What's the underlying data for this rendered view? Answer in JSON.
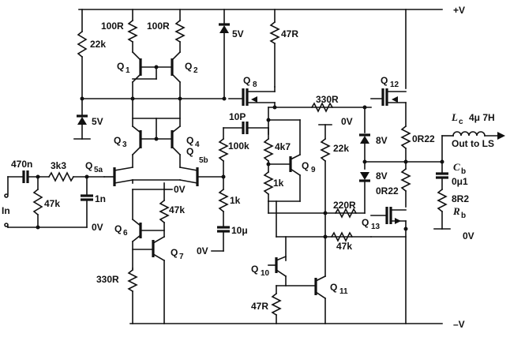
{
  "rails": {
    "positive": "+V",
    "negative": "–V"
  },
  "ground": {
    "g1": "0V",
    "g2": "0V",
    "g3": "0V",
    "g4": "0V",
    "g5": "0V"
  },
  "input": {
    "label": "In",
    "cap": "470n",
    "res_series": "3k3",
    "res_shunt": "47k",
    "cap_shunt": "1n"
  },
  "transistors": {
    "q1": "Q",
    "q1_sub": "1",
    "q2": "Q",
    "q2_sub": "2",
    "q3": "Q",
    "q3_sub": "3",
    "q4": "Q",
    "q4_sub": "4",
    "q5a": "Q",
    "q5a_sub": "5a",
    "q5b": "Q",
    "q5b_sub": "5b",
    "q6": "Q",
    "q6_sub": "6",
    "q7": "Q",
    "q7_sub": "7",
    "q8": "Q",
    "q8_sub": "8",
    "q9": "Q",
    "q9_sub": "9",
    "q10": "Q",
    "q10_sub": "10",
    "q11": "Q",
    "q11_sub": "11",
    "q12": "Q",
    "q12_sub": "12",
    "q13": "Q",
    "q13_sub": "13"
  },
  "components": {
    "r100r_a": "100R",
    "r100r_b": "100R",
    "r22k_top": "22k",
    "z5v_top": "5V",
    "r47r_top": "47R",
    "z5v_left": "5V",
    "c10p": "10P",
    "r330r_top": "330R",
    "r100k": "100k",
    "r4k7": "4k7",
    "r1k_q9": "1k",
    "r22k_mid": "22k",
    "z8v_a": "8V",
    "z8v_b": "8V",
    "r0r22_a": "0R22",
    "r0r22_b": "0R22",
    "r47k_q67": "47k",
    "r1k_fb": "1k",
    "c10u": "10μ",
    "r330r_bottom": "330R",
    "r220r": "220R",
    "r47k_fb2": "47k",
    "r47r_bottom": "47R"
  },
  "output": {
    "inductor": "L",
    "inductor_sub": "c",
    "inductor_value": "4μ 7H",
    "out_label": "Out to LS",
    "cap": "C",
    "cap_sub": "b",
    "cap_value": "0μ1",
    "res_value": "8R2",
    "res": "R",
    "res_sub": "b"
  }
}
